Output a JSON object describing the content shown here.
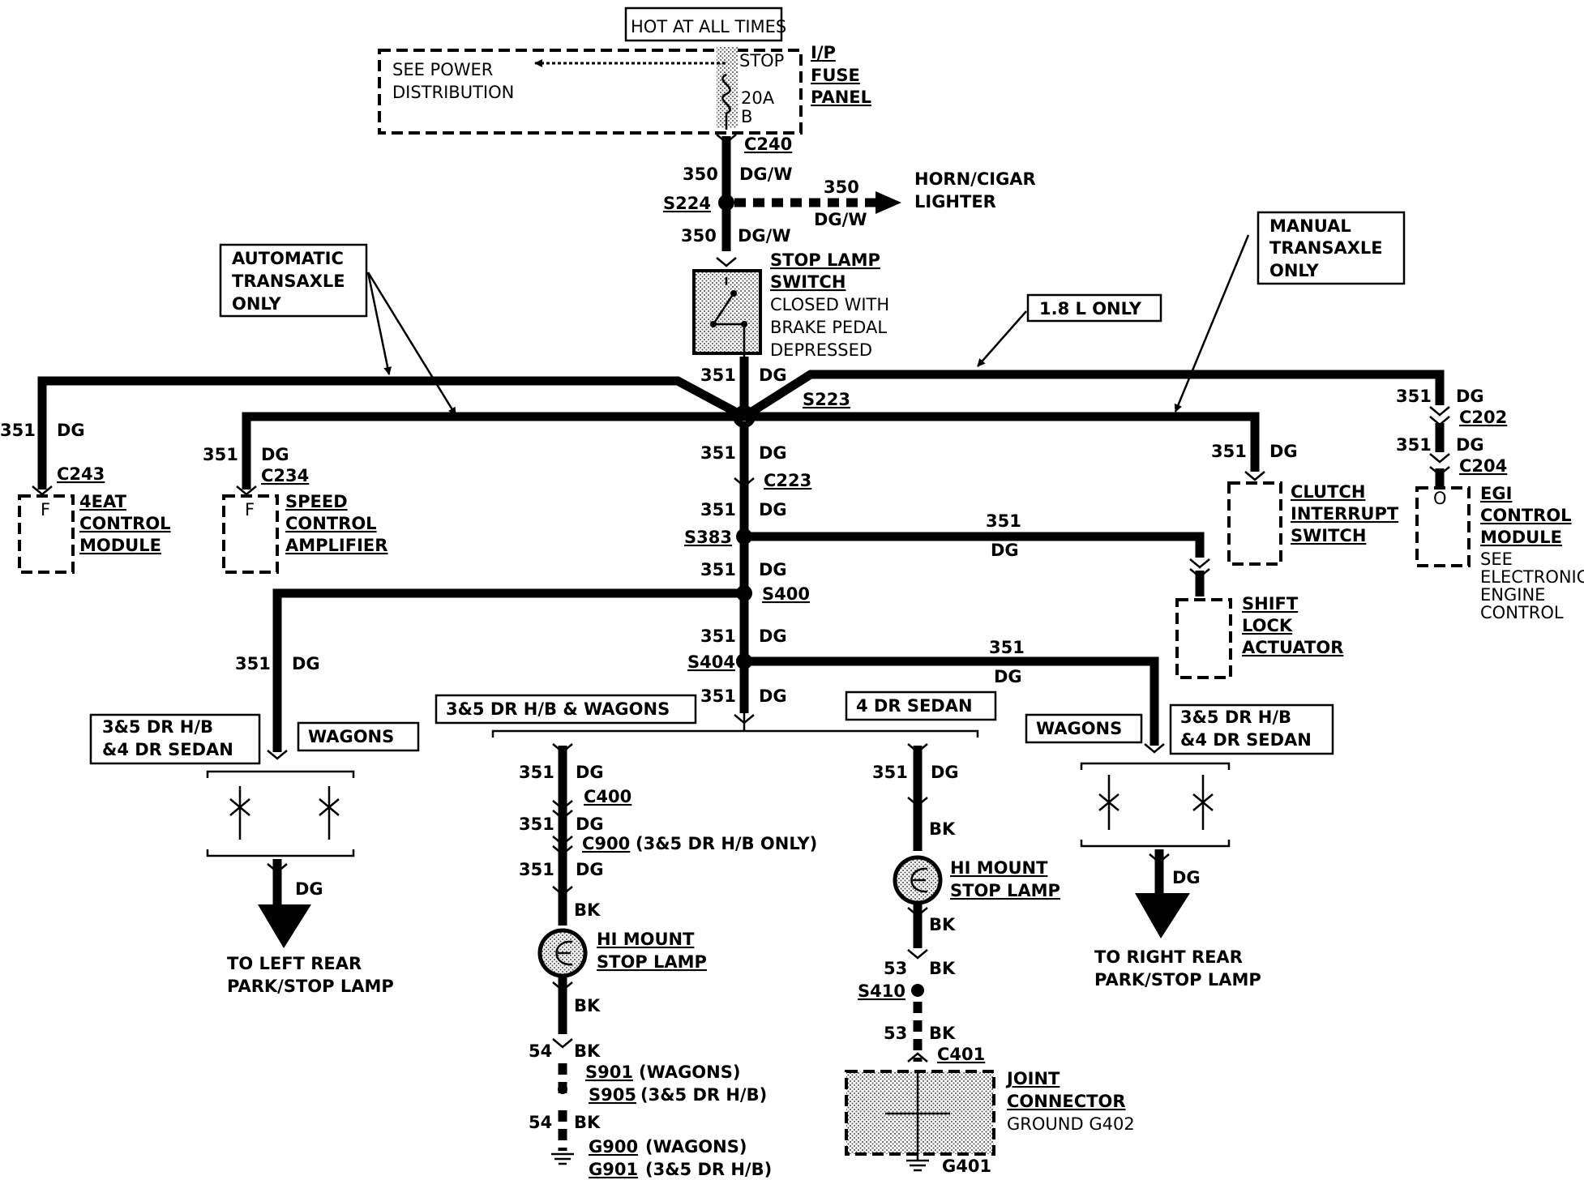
{
  "fuse_panel": {
    "hot_label": "HOT AT ALL TIMES",
    "see_power": [
      "SEE POWER",
      "DISTRIBUTION"
    ],
    "stop": "STOP",
    "fuse_rating": "20A",
    "terminal": "B",
    "name": [
      "I/P",
      "FUSE",
      "PANEL"
    ]
  },
  "trunk": {
    "c240": "C240",
    "w350a": "350",
    "c350a": "DG/W",
    "s224": "S224",
    "w350b": "350",
    "c350b": "DG/W",
    "w351a": "351",
    "c351a": "DG",
    "s223": "S223",
    "w351b": "351",
    "c351b": "DG",
    "c223": "C223",
    "w351c": "351",
    "c351c": "DG",
    "s383": "S383",
    "w351d": "351",
    "c351d": "DG",
    "s400": "S400",
    "w351e": "351",
    "c351e": "DG",
    "s404": "S404",
    "w351f": "351",
    "c351f": "DG"
  },
  "horn": {
    "wire": "350",
    "color": "DG/W",
    "label": [
      "HORN/CIGAR",
      "LIGHTER"
    ]
  },
  "stop_switch": {
    "name": [
      "STOP LAMP",
      "SWITCH"
    ],
    "desc": [
      "CLOSED WITH",
      "BRAKE PEDAL",
      "DEPRESSED"
    ]
  },
  "notes": {
    "auto": [
      "AUTOMATIC",
      "TRANSAXLE",
      "ONLY"
    ],
    "manual": [
      "MANUAL",
      "TRANSAXLE",
      "ONLY"
    ],
    "l18": "1.8 L ONLY"
  },
  "left_branch": {
    "eat": {
      "wire": "351",
      "color": "DG",
      "conn": "C243",
      "pin": "F",
      "name": [
        "4EAT",
        "CONTROL",
        "MODULE"
      ]
    },
    "speed": {
      "wire": "351",
      "color": "DG",
      "conn": "C234",
      "pin": "F",
      "name": [
        "SPEED",
        "CONTROL",
        "AMPLIFIER"
      ]
    }
  },
  "right_branch": {
    "clutch": {
      "wire": "351",
      "color": "DG",
      "name": [
        "CLUTCH",
        "INTERRUPT",
        "SWITCH"
      ]
    },
    "egi": {
      "wire1": "351",
      "color1": "DG",
      "conn1": "C202",
      "wire2": "351",
      "color2": "DG",
      "conn2": "C204",
      "pin": "O",
      "name": [
        "EGI",
        "CONTROL",
        "MODULE"
      ],
      "see": [
        "SEE",
        "ELECTRONIC",
        "ENGINE",
        "CONTROL"
      ]
    },
    "shift": {
      "wire": "351",
      "color": "DG",
      "name": [
        "SHIFT",
        "LOCK",
        "ACTUATOR"
      ]
    }
  },
  "left_rear": {
    "wire": "351",
    "color": "DG",
    "sedan_note": [
      "3&5 DR H/B",
      "&4 DR SEDAN"
    ],
    "wagon_note": "WAGONS",
    "out_color": "DG",
    "label": [
      "TO LEFT REAR",
      "PARK/STOP LAMP"
    ]
  },
  "right_rear": {
    "wire": "351",
    "color": "DG",
    "wagon_note": "WAGONS",
    "sedan_note": [
      "3&5 DR H/B",
      "&4 DR SEDAN"
    ],
    "out_color": "DG",
    "label": [
      "TO RIGHT REAR",
      "PARK/STOP LAMP"
    ]
  },
  "hb_branch": {
    "note": "3&5 DR H/B & WAGONS",
    "w1": "351",
    "c1": "DG",
    "c400": "C400",
    "w2": "351",
    "c2": "DG",
    "c900": "C900",
    "c900_note": "(3&5 DR H/B ONLY)",
    "w3": "351",
    "c3": "DG",
    "bk1": "BK",
    "lamp": [
      "HI MOUNT",
      "STOP LAMP"
    ],
    "bk2": "BK",
    "w4": "54",
    "bk3": "BK",
    "s901": "S901",
    "s901_note": "(WAGONS)",
    "s905": "S905",
    "s905_note": "(3&5 DR H/B)",
    "w5": "54",
    "bk4": "BK",
    "g900": "G900",
    "g900_note": "(WAGONS)",
    "g901": "G901",
    "g901_note": "(3&5 DR H/B)"
  },
  "sedan_branch": {
    "note": "4 DR SEDAN",
    "w1": "351",
    "c1": "DG",
    "bk1": "BK",
    "lamp": [
      "HI MOUNT",
      "STOP LAMP"
    ],
    "bk2": "BK",
    "w2": "53",
    "bk3": "BK",
    "s410": "S410",
    "w3": "53",
    "bk4": "BK",
    "c401": "C401",
    "joint": [
      "JOINT",
      "CONNECTOR"
    ],
    "ground_note": "GROUND G402",
    "g401": "G401"
  }
}
